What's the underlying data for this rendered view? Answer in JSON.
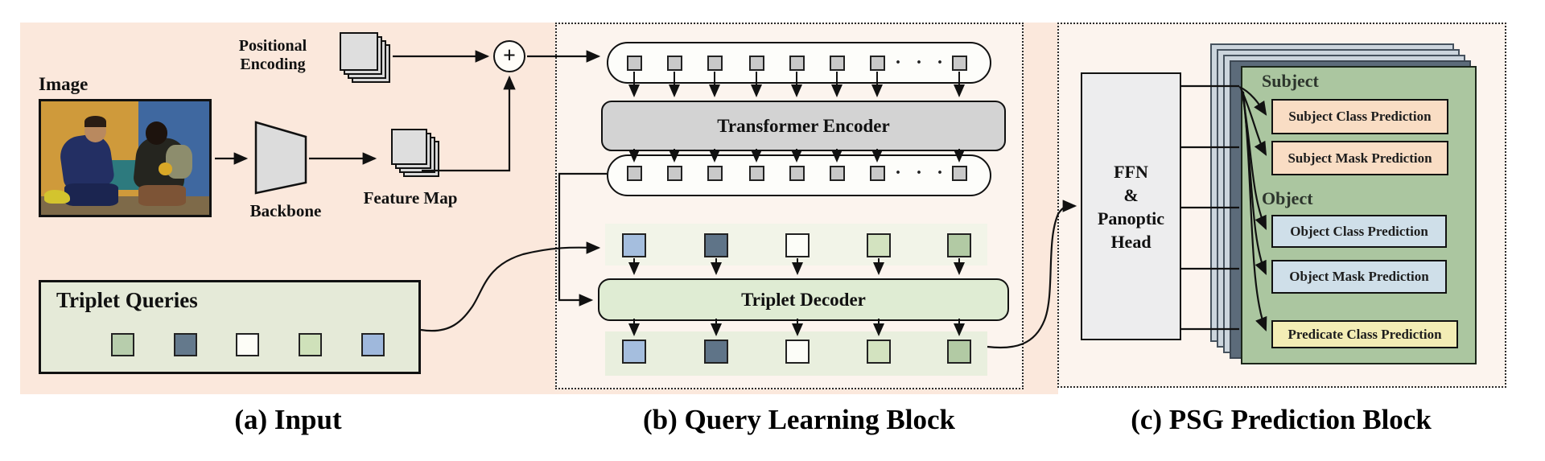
{
  "captions": {
    "a": "(a) Input",
    "b": "(b) Query Learning Block",
    "c": "(c) PSG Prediction Block"
  },
  "input_block": {
    "image_label": "Image",
    "positional_encoding_line1": "Positional",
    "positional_encoding_line2": "Encoding",
    "plus_sign": "+",
    "backbone_label": "Backbone",
    "feature_map_label": "Feature Map",
    "triplet_queries": {
      "label": "Triplet Queries",
      "query_colors": [
        "#b7cdac",
        "#64798c",
        "#fdfdf7",
        "#cfe1ba",
        "#9fb8dc"
      ]
    }
  },
  "query_learning_block": {
    "transformer_encoder_label": "Transformer Encoder",
    "triplet_decoder_label": "Triplet Decoder",
    "ellipsis": "· · ·",
    "token_color": "#c9c9c9",
    "visible_token_count": 8,
    "decoder_query_colors": [
      "#a5bede",
      "#5f7488",
      "#fcfdf8",
      "#d3e3c0",
      "#b2caa4"
    ]
  },
  "psg_block": {
    "ffn_lines": [
      "FFN",
      "&",
      "Panoptic",
      "Head"
    ],
    "subject_label": "Subject",
    "object_label": "Object",
    "predictions": [
      {
        "label": "Subject Class Prediction",
        "color": "#f9ddc4"
      },
      {
        "label": "Subject Mask Prediction",
        "color": "#f9ddc4"
      },
      {
        "label": "Object Class Prediction",
        "color": "#cfdfe9"
      },
      {
        "label": "Object Mask Prediction",
        "color": "#cfdfe9"
      },
      {
        "label": "Predicate Class Prediction",
        "color": "#f3edb5"
      }
    ]
  }
}
